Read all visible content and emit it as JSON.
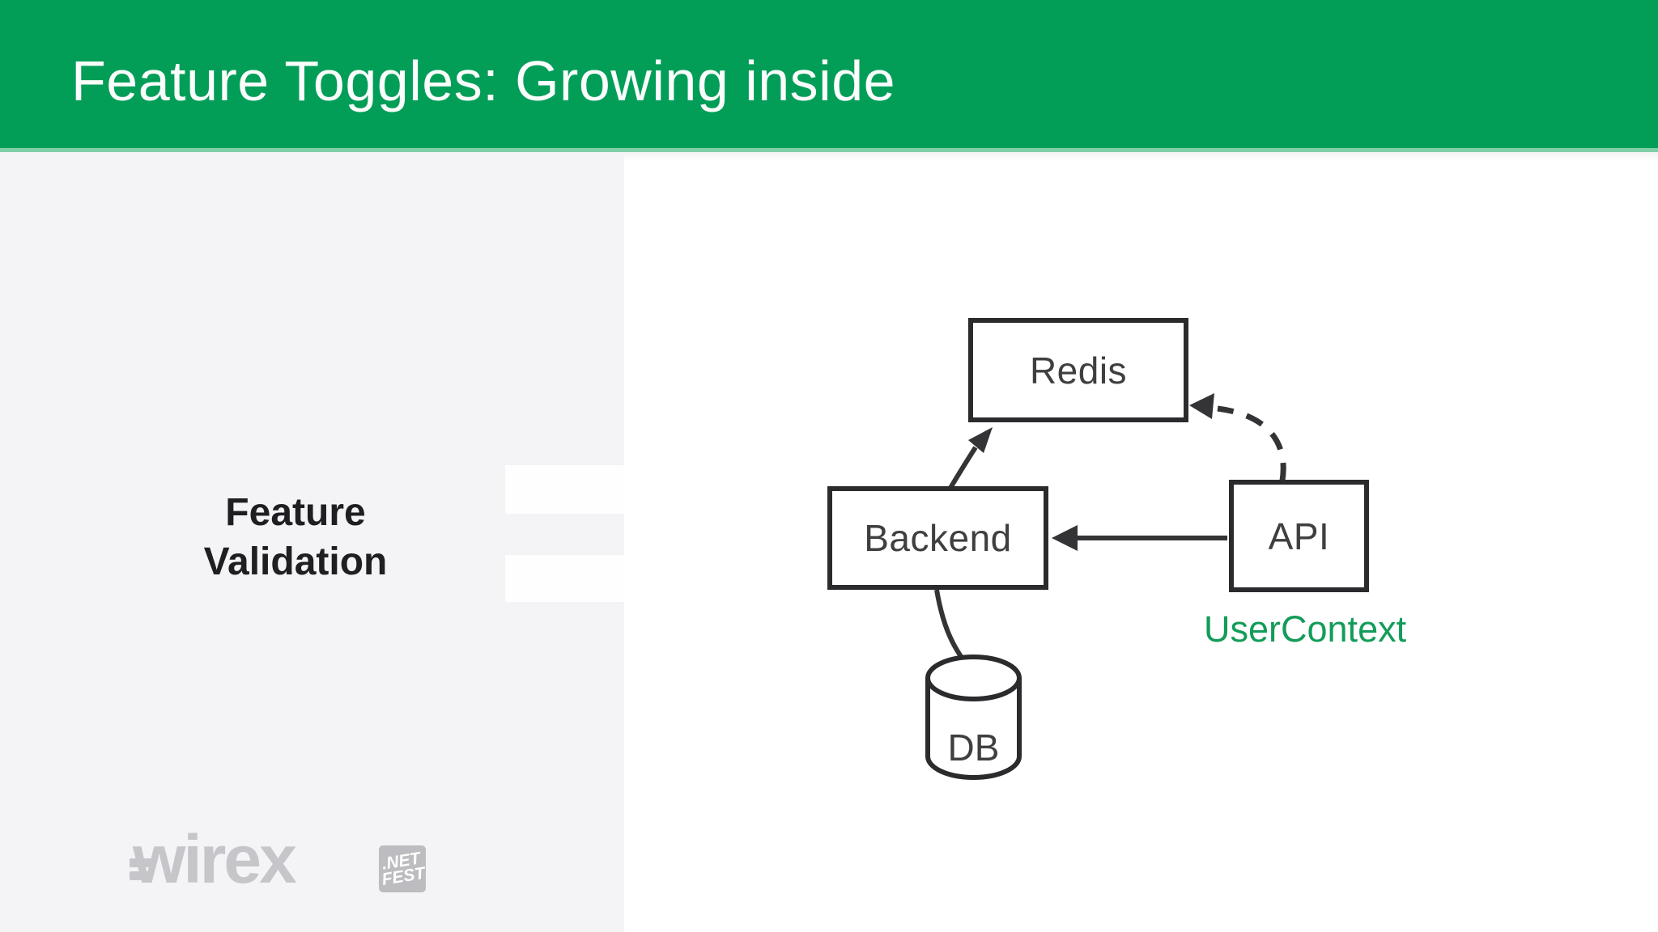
{
  "header": {
    "title": "Feature Toggles: Growing inside",
    "bg_color": "#029e58",
    "edge_color": "#7fd0a8",
    "text_color": "#fafdfb"
  },
  "sidebar": {
    "bg_color": "#f4f3f6",
    "title_line1": "Feature",
    "title_line2": "Validation",
    "text_color": "#1f1f23"
  },
  "diagram": {
    "stroke_color": "#2b2b2e",
    "arrow_color": "#343437",
    "nodes": [
      {
        "id": "redis",
        "label": "Redis",
        "shape": "rect"
      },
      {
        "id": "backend",
        "label": "Backend",
        "shape": "rect"
      },
      {
        "id": "api",
        "label": "API",
        "shape": "rect"
      },
      {
        "id": "db",
        "label": "DB",
        "shape": "cylinder"
      }
    ],
    "edges": [
      {
        "from": "backend",
        "to": "redis",
        "style": "solid"
      },
      {
        "from": "api",
        "to": "backend",
        "style": "solid"
      },
      {
        "from": "api",
        "to": "redis",
        "style": "dashed"
      },
      {
        "from": "backend",
        "to": "db",
        "style": "solid"
      }
    ],
    "annotation": {
      "label": "UserContext",
      "color": "#139c59"
    }
  },
  "footer": {
    "wirex_text": "wirex",
    "netfest_line1": ".NET",
    "netfest_line2": "FEST"
  }
}
